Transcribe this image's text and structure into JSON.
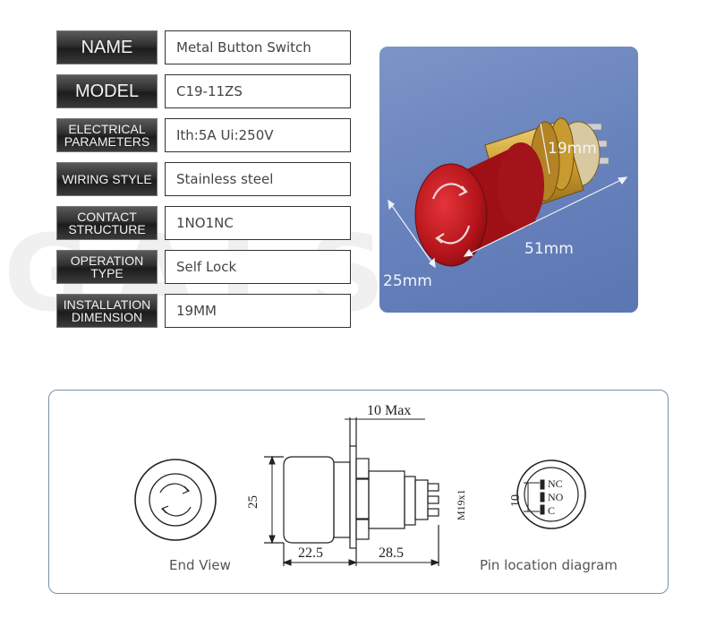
{
  "watermark": "GALSAT",
  "specs": [
    {
      "label": "NAME",
      "value": "Metal Button Switch"
    },
    {
      "label": "MODEL",
      "value": "C19-11ZS"
    },
    {
      "label_lines": [
        "ELECTRICAL",
        "PARAMETERS"
      ],
      "value": "Ith:5A Ui:250V"
    },
    {
      "label": "WIRING STYLE",
      "value": "Stainless steel"
    },
    {
      "label_lines": [
        "CONTACT",
        "STRUCTURE"
      ],
      "value": "1NO1NC"
    },
    {
      "label_lines": [
        "OPERATION",
        "TYPE"
      ],
      "value": "Self Lock"
    },
    {
      "label_lines": [
        "INSTALLATION",
        "DIMENSION"
      ],
      "value": "19MM"
    }
  ],
  "photo_dims": {
    "diameter": "19mm",
    "length": "51mm",
    "head": "25mm"
  },
  "drawing": {
    "max_label": "10 Max",
    "height_label": "25",
    "thread_label": "M19x1",
    "head_len": "22.5",
    "body_len": "28.5",
    "pin_spacing": "10",
    "pins": [
      "NC",
      "NO",
      "C"
    ],
    "end_view_caption": "End View",
    "pin_caption": "Pin location diagram"
  },
  "colors": {
    "button_red": "#c4161c",
    "brass": "#d4a935",
    "photo_bg": "#6a84bd",
    "panel_border": "#7a8ea8"
  }
}
